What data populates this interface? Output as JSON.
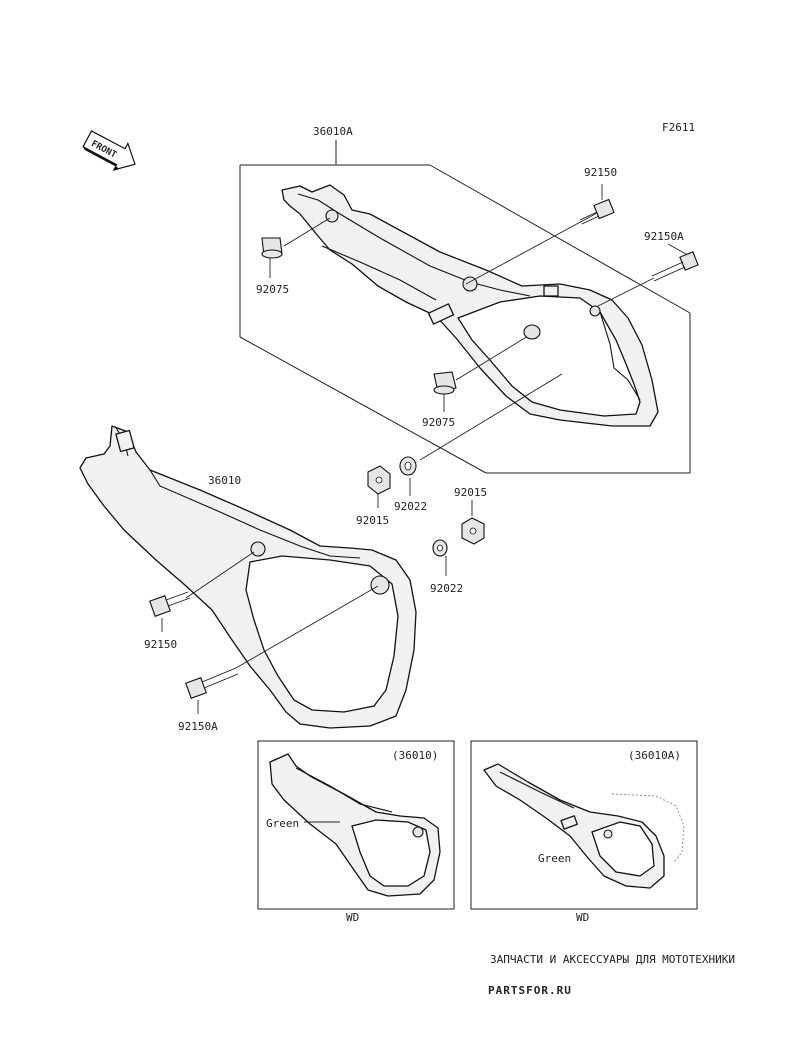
{
  "figure_code": "F2611",
  "front_arrow_label": "FRONT",
  "callouts": {
    "top_assembly": "36010A",
    "main_assembly": "36010",
    "bolt_top": "92150",
    "bolt_top_a": "92150A",
    "bolt_bottom": "92150",
    "bolt_bottom_a": "92150A",
    "grommet_upper": "92075",
    "grommet_lower": "92075",
    "nut_left": "92015",
    "nut_right": "92015",
    "washer_left": "92022",
    "washer_right": "92022"
  },
  "insets": [
    {
      "ref": "(36010)",
      "color_note": "Green",
      "model": "WD"
    },
    {
      "ref": "(36010A)",
      "color_note": "Green",
      "model": "WD"
    }
  ],
  "watermark": {
    "tagline": "ЗАПЧАСТИ И АКСЕССУАРЫ ДЛЯ МОТОТЕХНИКИ",
    "brand": "PARTSFOR.RU"
  }
}
